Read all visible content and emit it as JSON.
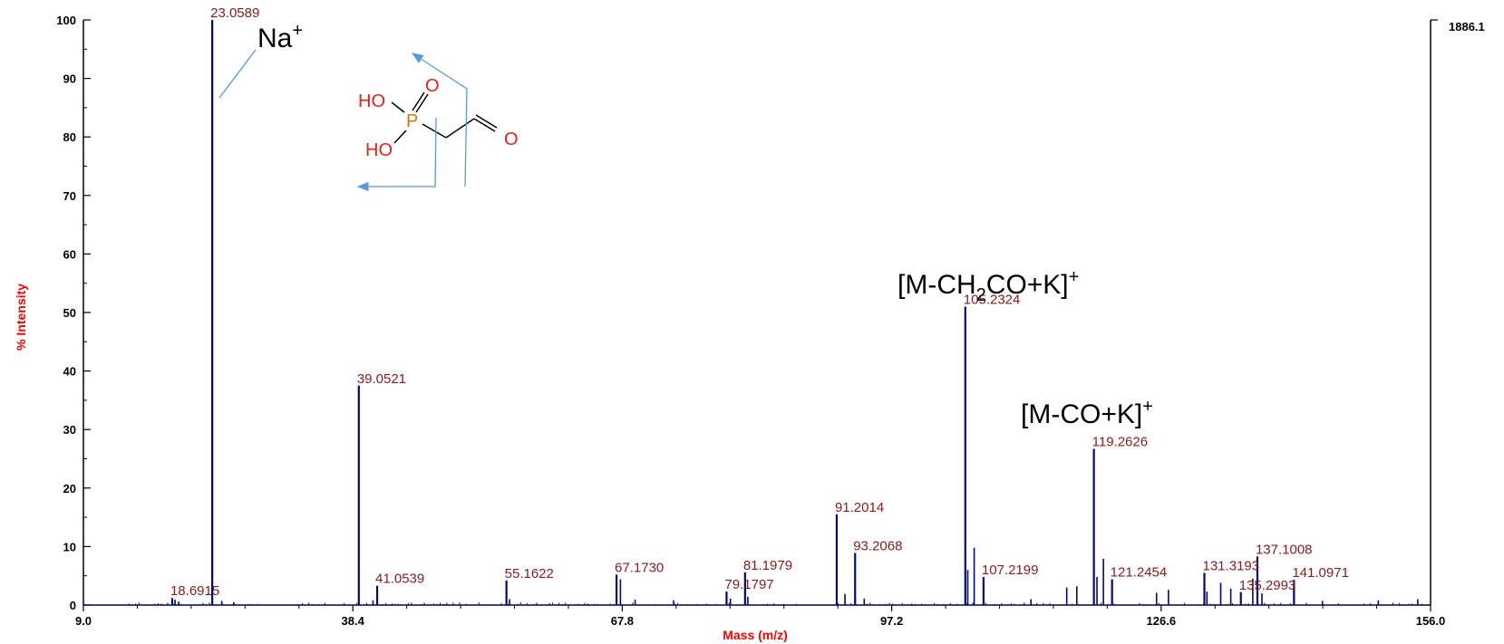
{
  "chart_data": {
    "type": "bar",
    "xlabel": "Mass (m/z)",
    "ylabel": "% Intensity",
    "right_axis_label": "1886.1",
    "xlim": [
      9.0,
      156.0
    ],
    "ylim": [
      0,
      100
    ],
    "x_ticks": [
      "9.0",
      "38.4",
      "67.8",
      "97.2",
      "126.6",
      "156.0"
    ],
    "y_ticks": [
      0,
      10,
      20,
      30,
      40,
      50,
      60,
      70,
      80,
      90,
      100
    ],
    "peaks": [
      {
        "mz": 23.0589,
        "intensity": 100,
        "label": "23.0589"
      },
      {
        "mz": 39.0521,
        "intensity": 37.5,
        "label": "39.0521"
      },
      {
        "mz": 41.0539,
        "intensity": 3.3,
        "label": "41.0539"
      },
      {
        "mz": 18.6915,
        "intensity": 1.2,
        "label": "18.6915"
      },
      {
        "mz": 55.1622,
        "intensity": 4.2,
        "label": "55.1622"
      },
      {
        "mz": 67.173,
        "intensity": 5.2,
        "label": "67.1730"
      },
      {
        "mz": 79.1797,
        "intensity": 2.3,
        "label": "79.1797"
      },
      {
        "mz": 81.1979,
        "intensity": 5.6,
        "label": "81.1979"
      },
      {
        "mz": 91.2014,
        "intensity": 15.5,
        "label": "91.2014"
      },
      {
        "mz": 93.2068,
        "intensity": 8.9,
        "label": "93.2068"
      },
      {
        "mz": 105.2324,
        "intensity": 51,
        "label": "105.2324"
      },
      {
        "mz": 107.2199,
        "intensity": 4.8,
        "label": "107.2199"
      },
      {
        "mz": 119.2626,
        "intensity": 26.7,
        "label": "119.2626"
      },
      {
        "mz": 121.2454,
        "intensity": 4.4,
        "label": "121.2454"
      },
      {
        "mz": 131.3193,
        "intensity": 5.5,
        "label": "131.3193"
      },
      {
        "mz": 135.2993,
        "intensity": 2.2,
        "label": "135.2993"
      },
      {
        "mz": 137.1008,
        "intensity": 8.3,
        "label": "137.1008"
      },
      {
        "mz": 141.0971,
        "intensity": 4.3,
        "label": "141.0971"
      }
    ],
    "minor_peaks": [
      {
        "mz": 19.0,
        "intensity": 0.9
      },
      {
        "mz": 19.4,
        "intensity": 0.6
      },
      {
        "mz": 24.1,
        "intensity": 0.7
      },
      {
        "mz": 25.4,
        "intensity": 0.5
      },
      {
        "mz": 40.6,
        "intensity": 0.8
      },
      {
        "mz": 55.5,
        "intensity": 1.0
      },
      {
        "mz": 67.6,
        "intensity": 4.4
      },
      {
        "mz": 69.2,
        "intensity": 0.9
      },
      {
        "mz": 73.4,
        "intensity": 0.8
      },
      {
        "mz": 79.6,
        "intensity": 1.1
      },
      {
        "mz": 81.5,
        "intensity": 1.4
      },
      {
        "mz": 92.1,
        "intensity": 1.9
      },
      {
        "mz": 94.2,
        "intensity": 1.1
      },
      {
        "mz": 105.5,
        "intensity": 6.0
      },
      {
        "mz": 106.2,
        "intensity": 9.8
      },
      {
        "mz": 112.4,
        "intensity": 1.0
      },
      {
        "mz": 116.3,
        "intensity": 3.0
      },
      {
        "mz": 117.4,
        "intensity": 3.2
      },
      {
        "mz": 119.6,
        "intensity": 4.8
      },
      {
        "mz": 120.3,
        "intensity": 7.9
      },
      {
        "mz": 126.1,
        "intensity": 2.1
      },
      {
        "mz": 127.4,
        "intensity": 2.6
      },
      {
        "mz": 131.6,
        "intensity": 2.3
      },
      {
        "mz": 133.1,
        "intensity": 3.8
      },
      {
        "mz": 134.2,
        "intensity": 2.8
      },
      {
        "mz": 136.6,
        "intensity": 4.5
      },
      {
        "mz": 137.6,
        "intensity": 2.0
      },
      {
        "mz": 144.2,
        "intensity": 0.7
      },
      {
        "mz": 150.3,
        "intensity": 0.8
      },
      {
        "mz": 154.6,
        "intensity": 1.0
      }
    ],
    "annotations": [
      {
        "text": "Na",
        "sup": "+"
      },
      {
        "text": "[M-CH",
        "sub": "2",
        "rest": "CO+K]",
        "sup": "+"
      },
      {
        "text": "[M-CO+K]",
        "sup": "+"
      }
    ],
    "structure_atoms": {
      "ho_top": "HO",
      "ho_bottom": "HO",
      "o_phosphoryl": "O",
      "p": "P",
      "o_carbonyl": "O"
    },
    "colors": {
      "spectrum": "#00087a",
      "peak_label": "#8b1a1a",
      "axis_title": "#ff0000",
      "arrow": "#5b9bd5"
    }
  }
}
